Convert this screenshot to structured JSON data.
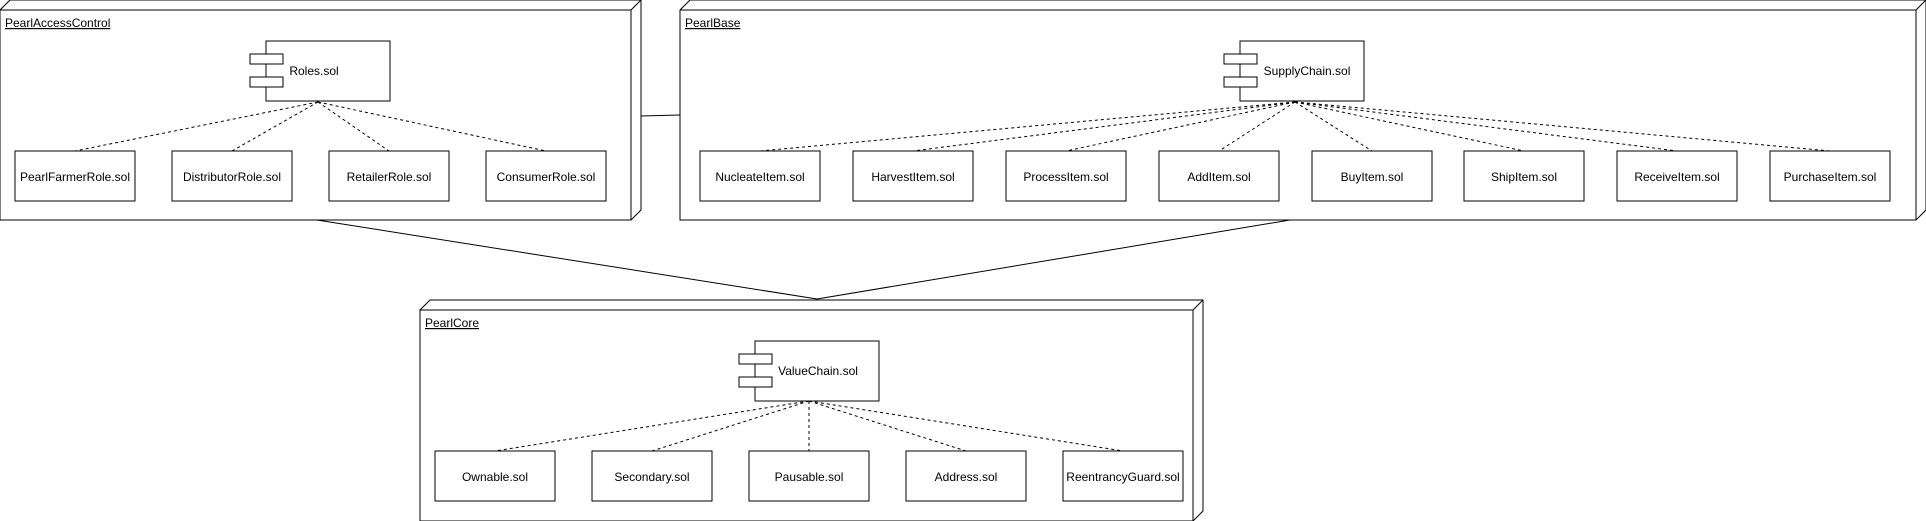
{
  "packages": [
    {
      "title": "PearlAccessControl",
      "component": "Roles.sol",
      "files": [
        "PearlFarmerRole.sol",
        "DistributorRole.sol",
        "RetailerRole.sol",
        "ConsumerRole.sol"
      ]
    },
    {
      "title": "PearlBase",
      "component": "SupplyChain.sol",
      "files": [
        "NucleateItem.sol",
        "HarvestItem.sol",
        "ProcessItem.sol",
        "AddItem.sol",
        "BuyItem.sol",
        "ShipItem.sol",
        "ReceiveItem.sol",
        "PurchaseItem.sol"
      ]
    },
    {
      "title": "PearlCore",
      "component": "ValueChain.sol",
      "files": [
        "Ownable.sol",
        "Secondary.sol",
        "Pausable.sol",
        "Address.sol",
        "ReentrancyGuard.sol"
      ]
    }
  ]
}
